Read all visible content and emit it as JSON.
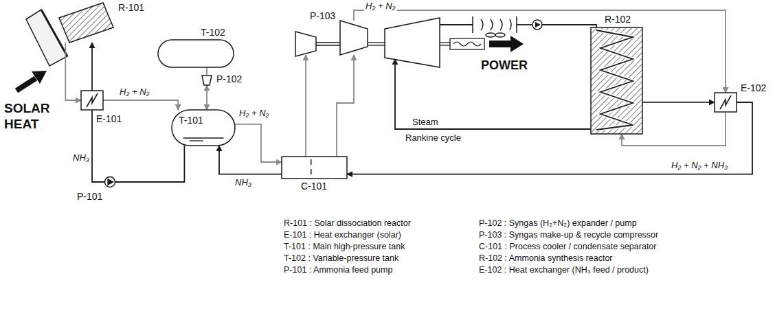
{
  "diagram": {
    "nodes": [
      {
        "text": [
          "R-101"
        ]
      },
      {
        "text": [
          "E-101"
        ]
      },
      {
        "text": [
          "T-102"
        ]
      },
      {
        "text": [
          "P-102"
        ]
      },
      {
        "text": [
          "T-101"
        ]
      },
      {
        "text": [
          "P-101"
        ]
      },
      {
        "text": [
          "P-103"
        ]
      },
      {
        "text": [
          "C-101"
        ]
      },
      {
        "text": [
          "R-102"
        ]
      },
      {
        "text": [
          "E-102"
        ]
      }
    ],
    "edges": [
      {
        "from": 5,
        "to": 1,
        "arrow": "none",
        "label": "NH₃"
      },
      {
        "from": 1,
        "to": 0,
        "arrow": "to"
      },
      {
        "from": 0,
        "to": 1,
        "arrow": "to"
      },
      {
        "from": 1,
        "to": 4,
        "arrow": "to",
        "label": "H₂ + N₂"
      },
      {
        "from": 4,
        "to": 5,
        "arrow": "none"
      },
      {
        "from": 2,
        "to": 3,
        "arrow": "none"
      },
      {
        "from": 3,
        "to": 4,
        "arrow": "both"
      },
      {
        "from": 4,
        "to": 7,
        "arrow": "to",
        "label": "H₂ + N₂"
      },
      {
        "from": 7,
        "to": 4,
        "arrow": "to",
        "label": "NH₃"
      },
      {
        "from": 7,
        "to": 6,
        "arrow": "to"
      },
      {
        "from": 6,
        "to": 9,
        "arrow": "to",
        "label": "H₂ + N₂"
      },
      {
        "from": 9,
        "to": 8,
        "arrow": "to"
      },
      {
        "from": 8,
        "to": 9,
        "arrow": "to"
      },
      {
        "from": 9,
        "to": 7,
        "arrow": "to",
        "label": "H₂ + N₂ + NH₃"
      }
    ],
    "labels": [
      "SOLAR HEAT",
      "POWER",
      "Steam",
      "Rankine cycle",
      "R-101 : Solar dissociation reactor",
      "E-101 : Heat exchanger (solar)",
      "T-101 : Main high-pressure tank",
      "T-102 : Variable-pressure tank",
      "P-101 : Ammonia feed pump",
      "P-102 : Syngas (H₂+N₂) expander / pump",
      "P-103 : Syngas make-up & recycle compressor",
      "C-101 : Process cooler / condensate separator",
      "R-102 : Ammonia synthesis reactor",
      "E-102 : Heat exchanger (NH₃ feed / product)"
    ]
  }
}
